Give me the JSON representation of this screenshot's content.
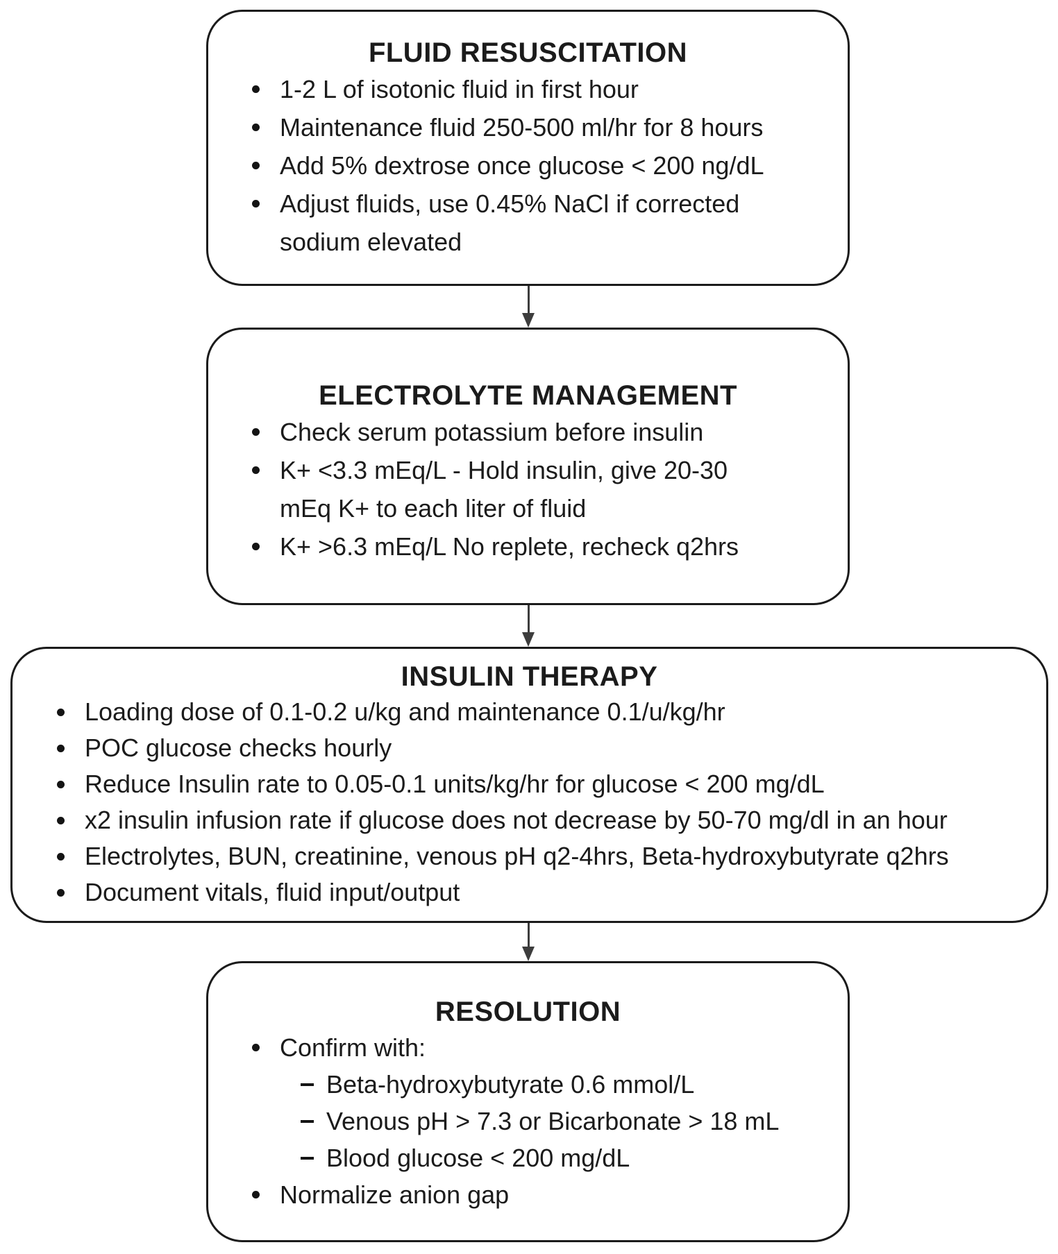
{
  "page": {
    "background_color": "#ffffff",
    "text_color": "#1b1b1b",
    "border_color": "#1b1b1b",
    "arrow_color": "#3d3d3d"
  },
  "flowchart": {
    "nodes": [
      {
        "id": "fluid-resuscitation",
        "title": "FLUID RESUSCITATION",
        "bullets": [
          {
            "text": "1-2 L of isotonic fluid in first hour"
          },
          {
            "text": "Maintenance fluid 250-500 ml/hr for 8 hours"
          },
          {
            "text": "Add 5% dextrose once glucose < 200 ng/dL"
          },
          {
            "text": "Adjust fluids, use 0.45% NaCl if corrected sodium elevated"
          }
        ]
      },
      {
        "id": "electrolyte-management",
        "title": "ELECTROLYTE MANAGEMENT",
        "bullets": [
          {
            "text": "Check serum potassium before insulin"
          },
          {
            "text": "K+ <3.3 mEq/L - Hold insulin, give 20-30 mEq K+ to each liter of fluid"
          },
          {
            "text": "K+ >6.3 mEq/L No replete, recheck q2hrs"
          }
        ]
      },
      {
        "id": "insulin-therapy",
        "title": "INSULIN THERAPY",
        "bullets": [
          {
            "text": "Loading dose of 0.1-0.2 u/kg and maintenance 0.1/u/kg/hr"
          },
          {
            "text": "POC glucose checks hourly"
          },
          {
            "text": "Reduce Insulin rate to 0.05-0.1 units/kg/hr for glucose < 200 mg/dL"
          },
          {
            "text": "x2 insulin infusion rate if glucose does not decrease by 50-70 mg/dl in an hour"
          },
          {
            "text": "Electrolytes, BUN, creatinine, venous pH q2-4hrs, Beta-hydroxybutyrate q2hrs"
          },
          {
            "text": "Document vitals, fluid input/output"
          }
        ]
      },
      {
        "id": "resolution",
        "title": "RESOLUTION",
        "bullets": [
          {
            "text": "Confirm with:",
            "sub_items": [
              "Beta-hydroxybutyrate 0.6 mmol/L",
              "Venous pH > 7.3 or Bicarbonate > 18 mL",
              "Blood glucose < 200 mg/dL"
            ]
          },
          {
            "text": "Normalize anion gap"
          }
        ]
      }
    ]
  }
}
